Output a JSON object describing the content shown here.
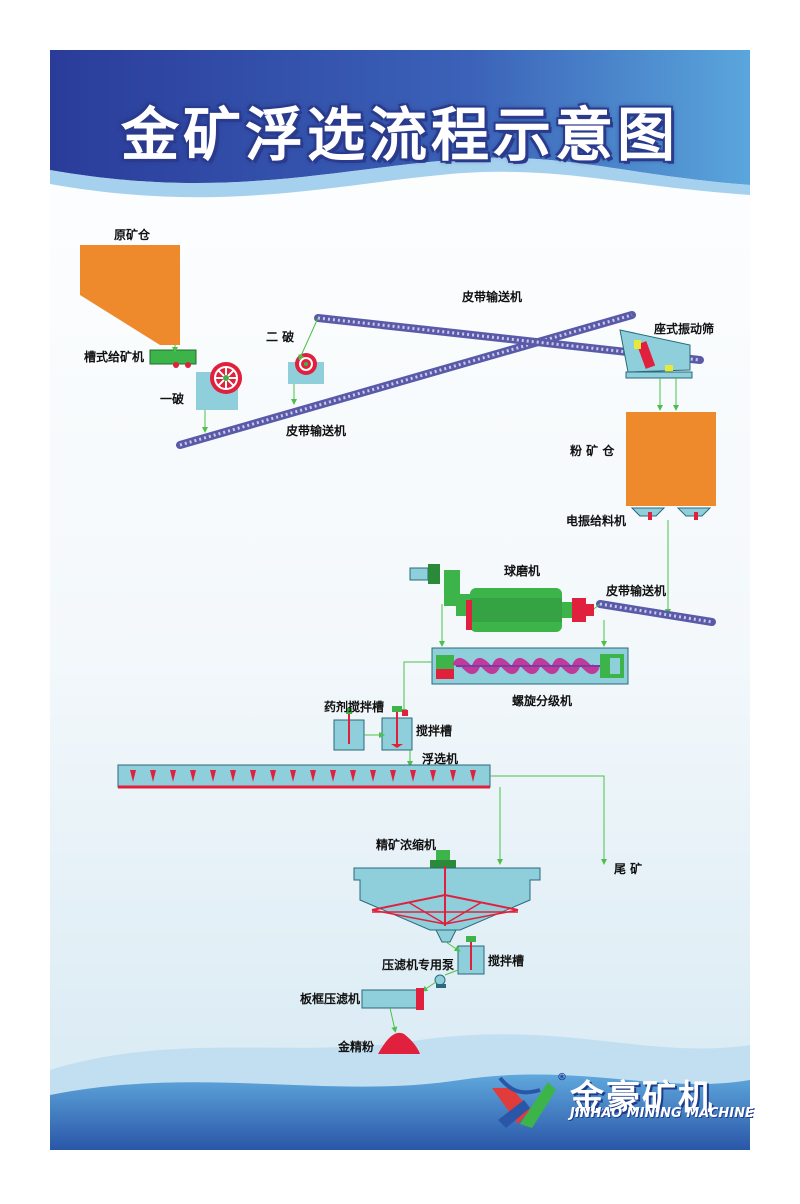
{
  "title": "金矿浮选流程示意图",
  "labels": {
    "raw_bin": "原矿仓",
    "trough_feeder": "槽式给矿机",
    "primary_crusher": "一破",
    "secondary_crusher": "二 破",
    "belt_upper": "皮带输送机",
    "belt_lower": "皮带输送机",
    "vibrating_screen": "座式振动筛",
    "powder_bin": "粉 矿 仓",
    "vibro_feeder": "电振给料机",
    "ball_mill": "球磨机",
    "belt_mill": "皮带输送机",
    "spiral_classifier": "螺旋分级机",
    "reagent_tank": "药剂搅拌槽",
    "agitation_tank": "搅拌槽",
    "flotation": "浮选机",
    "tailings": "尾 矿",
    "thickener": "精矿浓缩机",
    "filter_pump": "压滤机专用泵",
    "agitation_tank_2": "搅拌槽",
    "filter_press": "板框压滤机",
    "gold_concentrate": "金精粉"
  },
  "brand": {
    "name": "金豪矿机",
    "name_en": "JINHAO MINING MACHINE",
    "reg": "®"
  },
  "colors": {
    "orange": "#ee8a2c",
    "teal": "#8ecfdb",
    "red": "#e0203c",
    "green": "#3cb44a",
    "flow_line": "#4cc04a",
    "belt": "#5a5aa8",
    "header_dark": "#2a3c9a",
    "header_light": "#4a8fd0"
  }
}
